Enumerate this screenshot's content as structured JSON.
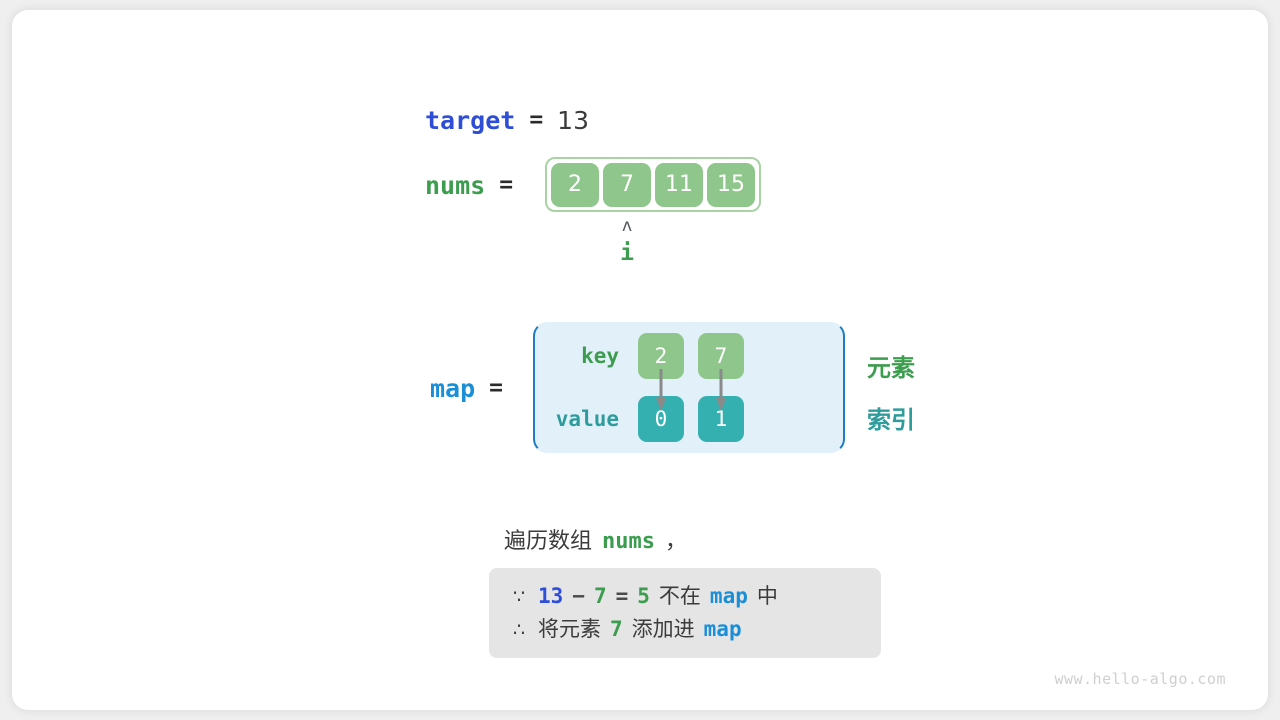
{
  "colors": {
    "target_blue": "#2e4ed8",
    "map_blue": "#1a8fd8",
    "green": "#3c9d4e",
    "cell_green": "#8fc68b",
    "cell_teal": "#35b0b0",
    "teal_text": "#2f9c9c",
    "map_fill": "#e2f0fa",
    "map_border": "#1d7ec4",
    "note_bg": "#e5e5e5",
    "arrow_gray": "#8a8a8a"
  },
  "target": {
    "label": "target",
    "operator": "=",
    "value": "13"
  },
  "nums": {
    "label": "nums",
    "operator": "=",
    "cells": [
      "2",
      "7",
      "11",
      "15"
    ],
    "pointer_index": 1,
    "pointer_caret": "ʌ",
    "pointer_label": "i"
  },
  "map": {
    "label": "map",
    "operator": "=",
    "row_labels": {
      "key": "key",
      "value": "value"
    },
    "entries": [
      {
        "key": "2",
        "value": "0"
      },
      {
        "key": "7",
        "value": "1"
      }
    ],
    "annotations": {
      "key_row": "元素",
      "value_row": "索引"
    }
  },
  "caption": {
    "prefix": "遍历数组",
    "code": "nums",
    "suffix": "，"
  },
  "note": {
    "line1": {
      "symbol": "∵",
      "a": "13",
      "minus": "−",
      "b": "7",
      "equals": "=",
      "result": "5",
      "mid": "不在",
      "target": "map",
      "tail": "中"
    },
    "line2": {
      "symbol": "∴",
      "lead": "将元素",
      "element": "7",
      "mid": "添加进",
      "target": "map"
    }
  },
  "watermark": "www.hello-algo.com"
}
